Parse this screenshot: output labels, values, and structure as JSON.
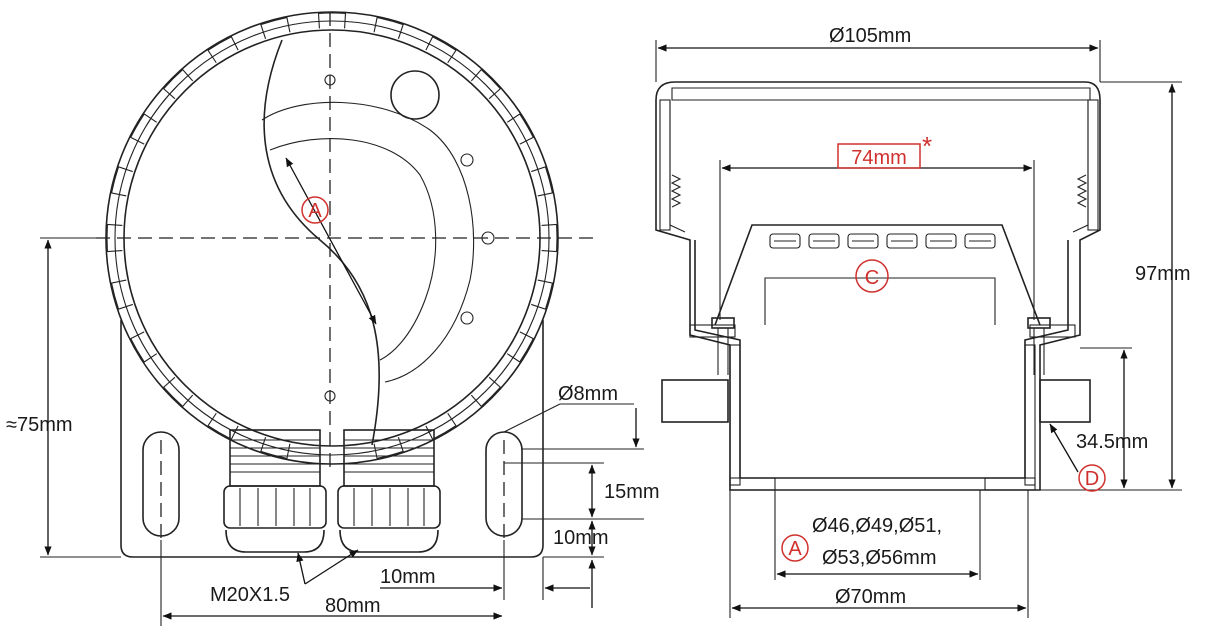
{
  "colors": {
    "line": "#222222",
    "accent": "#d0312d",
    "background": "#ffffff"
  },
  "front_view": {
    "dim_height": "≈75mm",
    "dim_slot_dia": "Ø8mm",
    "dim_slot_length": "15mm",
    "dim_slot_edge": "10mm",
    "dim_flange_offset": "10mm",
    "dim_slot_spacing": "80mm",
    "gland_thread": "M20X1.5",
    "marker_a": "A"
  },
  "side_view": {
    "dim_outer_dia": "Ø105mm",
    "dim_inner_span": "74mm",
    "asterisk": "*",
    "dim_total_height": "97mm",
    "dim_lower_height": "34.5mm",
    "dim_bore_line1": "Ø46,Ø49,Ø51,",
    "dim_bore_line2": "Ø53,Ø56mm",
    "dim_base_dia": "Ø70mm",
    "marker_a": "A",
    "marker_c": "C",
    "marker_d": "D"
  }
}
